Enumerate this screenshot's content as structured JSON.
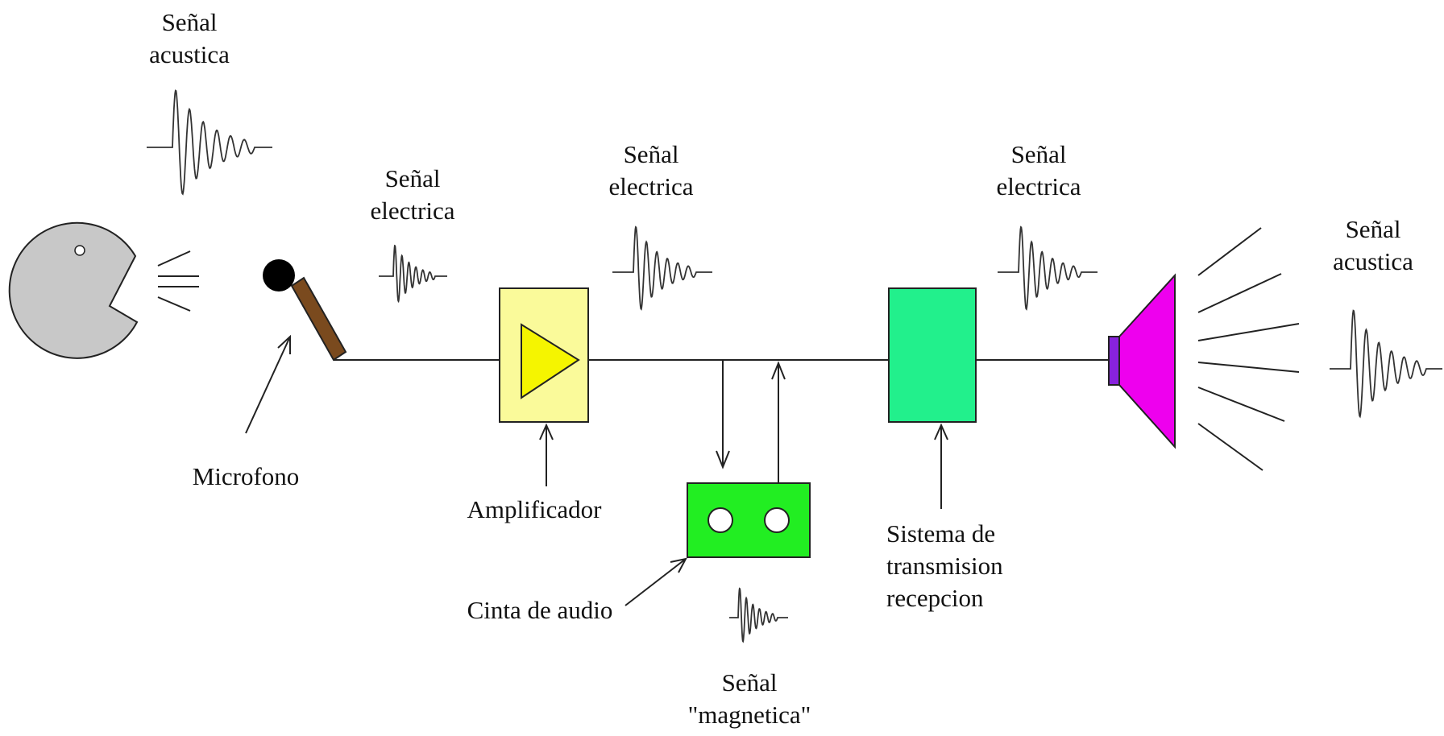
{
  "labels": {
    "senal_acustica_in": [
      "Señal",
      "acustica"
    ],
    "senal_electrica_1": [
      "Señal",
      "electrica"
    ],
    "senal_electrica_2": [
      "Señal",
      "electrica"
    ],
    "senal_electrica_3": [
      "Señal",
      "electrica"
    ],
    "senal_acustica_out": [
      "Señal",
      "acustica"
    ],
    "microfono": "Microfono",
    "amplificador": "Amplificador",
    "cinta": "Cinta de audio",
    "sistema": [
      "Sistema de",
      "transmision",
      "recepcion"
    ],
    "senal_magnetica": [
      "Señal",
      "\"magnetica\""
    ]
  },
  "colors": {
    "head": "#c8c8c8",
    "microphone_handle": "#7a4a1e",
    "amplifier_box": "#fafa9a",
    "amplifier_triangle": "#f5f500",
    "transmission_box": "#22f08c",
    "tape_box": "#22ee22",
    "speaker_cone": "#ee00ee",
    "speaker_magnet": "#8822dd"
  },
  "icons": {
    "speaker_head": "pacman-head-icon",
    "microphone": "microphone-icon",
    "amplifier": "amplifier-triangle-icon",
    "tape": "cassette-tape-icon",
    "speaker": "loudspeaker-icon"
  }
}
